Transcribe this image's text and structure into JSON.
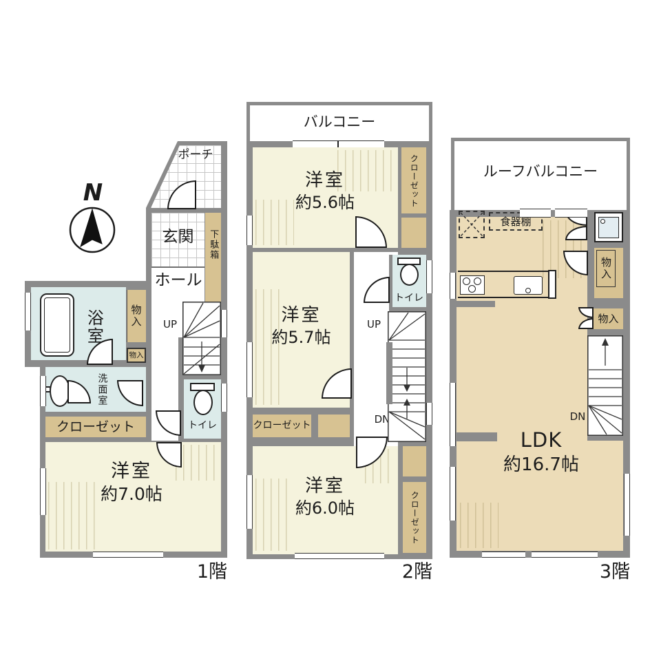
{
  "compass": {
    "label": "N"
  },
  "colors": {
    "wall": "#8b8b8b",
    "western_room": "#f5f3dd",
    "closet": "#d7c292",
    "wet_area": "#dcebea",
    "ldk": "#ecdcb8",
    "line": "#1c1c1c"
  },
  "f1": {
    "floor_label": "1階",
    "porch": "ポーチ",
    "entrance": "玄関",
    "shoe_cabinet": "下駄箱",
    "hall": "ホール",
    "storage_large": "物入",
    "storage_small": "物入",
    "up": "UP",
    "bathroom": "浴室",
    "washroom": "洗面室",
    "closet": "クローゼット",
    "toilet": "トイレ",
    "room_name": "洋室",
    "room_size": "約7.0帖"
  },
  "f2": {
    "floor_label": "2階",
    "balcony": "バルコニー",
    "room1_name": "洋室",
    "room1_size": "約5.6帖",
    "room2_name": "洋室",
    "room2_size": "約5.7帖",
    "room3_name": "洋室",
    "room3_size": "約6.0帖",
    "closet1": "クローゼット",
    "closet2": "クローゼット",
    "closet3": "クローゼット",
    "toilet": "トイレ",
    "up": "UP",
    "dn": "DN"
  },
  "f3": {
    "floor_label": "3階",
    "roof_balcony": "ルーフバルコニー",
    "cupboard": "食器棚",
    "storage1": "物入",
    "storage2": "物入",
    "ldk_name": "LDK",
    "ldk_size": "約16.7帖",
    "dn": "DN"
  }
}
